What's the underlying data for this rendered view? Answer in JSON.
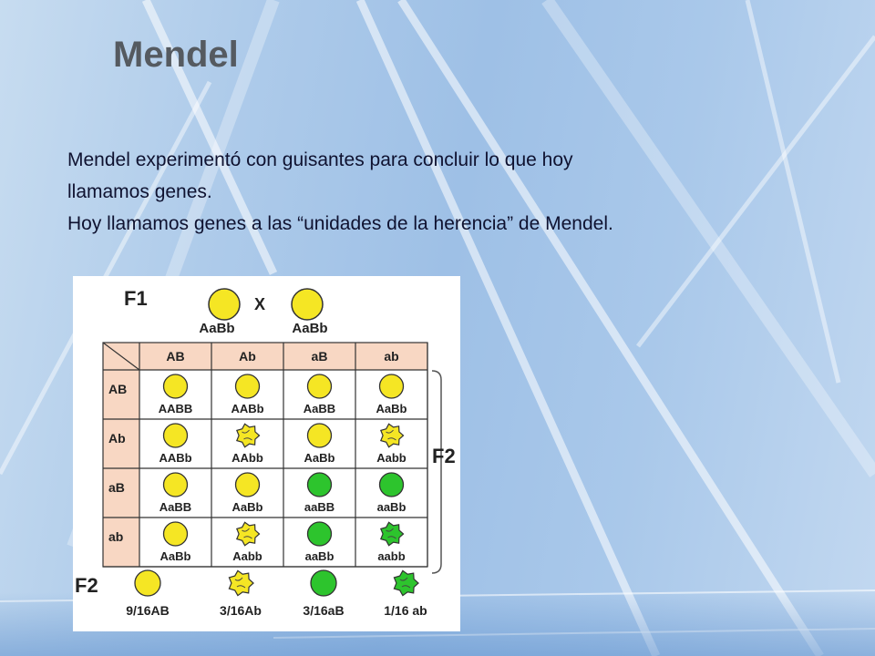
{
  "slide": {
    "title": "Mendel",
    "paragraphs": [
      "Mendel experimentó con guisantes para concluir lo que hoy",
      "llamamos genes.",
      "Hoy llamamos genes a las “unidades de la herencia” de Mendel."
    ]
  },
  "figure": {
    "parent_generation_label": "F1",
    "cross_symbol": "X",
    "parents": [
      "AaBb",
      "AaBb"
    ],
    "column_gametes": [
      "AB",
      "Ab",
      "aB",
      "ab"
    ],
    "row_gametes": [
      "AB",
      "Ab",
      "aB",
      "ab"
    ],
    "grid_bracket_label": "F2",
    "cells": [
      [
        {
          "g": "AABB",
          "color": "yellow",
          "shape": "round"
        },
        {
          "g": "AABb",
          "color": "yellow",
          "shape": "round"
        },
        {
          "g": "AaBB",
          "color": "yellow",
          "shape": "round"
        },
        {
          "g": "AaBb",
          "color": "yellow",
          "shape": "round"
        }
      ],
      [
        {
          "g": "AABb",
          "color": "yellow",
          "shape": "round"
        },
        {
          "g": "AAbb",
          "color": "yellow",
          "shape": "wrinkled"
        },
        {
          "g": "AaBb",
          "color": "yellow",
          "shape": "round"
        },
        {
          "g": "Aabb",
          "color": "yellow",
          "shape": "wrinkled"
        }
      ],
      [
        {
          "g": "AaBB",
          "color": "yellow",
          "shape": "round"
        },
        {
          "g": "AaBb",
          "color": "yellow",
          "shape": "round"
        },
        {
          "g": "aaBB",
          "color": "green",
          "shape": "round"
        },
        {
          "g": "aaBb",
          "color": "green",
          "shape": "round"
        }
      ],
      [
        {
          "g": "AaBb",
          "color": "yellow",
          "shape": "round"
        },
        {
          "g": "Aabb",
          "color": "yellow",
          "shape": "wrinkled"
        },
        {
          "g": "aaBb",
          "color": "green",
          "shape": "round"
        },
        {
          "g": "aabb",
          "color": "green",
          "shape": "wrinkled"
        }
      ]
    ],
    "summary_label": "F2",
    "summary": [
      {
        "ratio": "9/16AB",
        "color": "yellow",
        "shape": "round"
      },
      {
        "ratio": "3/16Ab",
        "color": "yellow",
        "shape": "wrinkled"
      },
      {
        "ratio": "3/16aB",
        "color": "green",
        "shape": "round"
      },
      {
        "ratio": "1/16 ab",
        "color": "green",
        "shape": "wrinkled"
      }
    ],
    "colors": {
      "yellow": "#f5e624",
      "green": "#2dc42d",
      "header_fill": "#f8d7c3",
      "grid_line": "#333333"
    }
  }
}
